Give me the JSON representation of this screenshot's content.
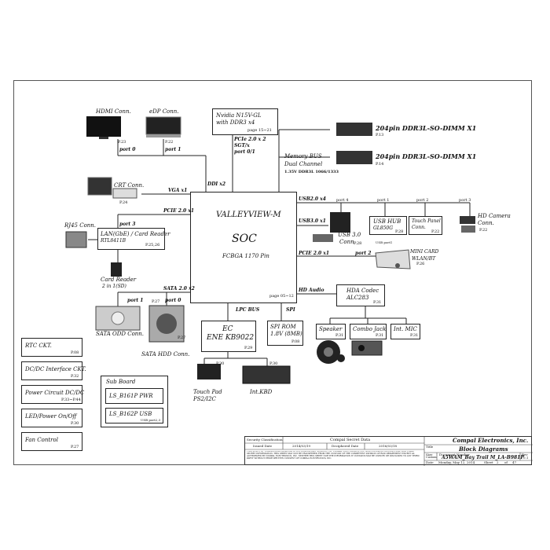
{
  "soc": {
    "name": "VALLEYVIEW-M",
    "type": "SOC",
    "package": "FCBGA 1170 Pin",
    "page": "page 05~12"
  },
  "gpu": {
    "name": "Nvidia N15V-GL",
    "mem": "with DDR3 x4",
    "page": "page 15~21"
  },
  "memory_bus": {
    "label": "Memory BUS",
    "channel": "Dual Channel",
    "spec": "1.35V DDR3L 1066/1333"
  },
  "dimm1": {
    "label": "204pin DDR3L-SO-DIMM X1",
    "page": "P.13"
  },
  "dimm2": {
    "label": "204pin DDR3L-SO-DIMM X1",
    "page": "P.14"
  },
  "hdmi": {
    "label": "HDMI Conn.",
    "page": "P.23",
    "port": "port 0"
  },
  "edp": {
    "label": "eDP Conn.",
    "page": "P.22",
    "port": "port 1"
  },
  "ddi": "DDI x2",
  "pcie_gpu": {
    "l1": "PCIe 2.0 x 2",
    "l2": "SGT/x",
    "l3": "port 0/1"
  },
  "crt": {
    "label": "CRT Conn.",
    "page": "P.24",
    "bus": "VGA x1"
  },
  "rj45": {
    "label": "RJ45 Conn."
  },
  "lan": {
    "l1": "LAN(GbE) / Card Reader",
    "l2": "RTL8411B",
    "page": "P.25,26",
    "port": "port 3",
    "bus": "PCIE 2.0 x1"
  },
  "cardreader": {
    "l1": "Card Reader",
    "l2": "2 in 1(SD)"
  },
  "sata": {
    "bus": "SATA 2.0 x2",
    "odd_port": "port 1",
    "hdd_port": "port 0",
    "odd_page": "P.27",
    "hdd_page": "P.27",
    "odd_label": "SATA ODD Conn.",
    "hdd_label": "SATA HDD Conn."
  },
  "usb2": {
    "bus": "USB2.0 x4",
    "port4": "port 4",
    "port1": "port 1",
    "port2": "port 2",
    "port3": "port 3"
  },
  "usb3": {
    "bus": "USB3.0 x1",
    "label1": "USB 3.0",
    "label2": "Conn",
    "page": "P.28",
    "small": "USB port1"
  },
  "usbhub": {
    "l1": "USB HUB",
    "l2": "GL850G",
    "page": "P.28"
  },
  "touchpanel": {
    "l1": "Touch Panel",
    "l2": "Conn.",
    "page": "P.22"
  },
  "camera": {
    "l1": "HD Camera",
    "l2": "Conn.",
    "page": "P.22"
  },
  "minicard": {
    "bus": "PCIE 2.0 x1",
    "port": "port 2",
    "l1": "MINI CARD",
    "l2": "WLAN/BT",
    "page": "P.26"
  },
  "hda": {
    "bus": "HD Audio",
    "l1": "HDA Codec",
    "l2": "ALC283",
    "page": "P.31"
  },
  "speaker": {
    "label": "Speaker",
    "page": "P.31"
  },
  "combojack": {
    "label": "Combo Jack",
    "page": "P.31"
  },
  "intmic": {
    "label": "Int. MIC",
    "page": "P.31"
  },
  "lpc": "LPC BUS",
  "spi_bus": "SPI",
  "ec": {
    "l1": "EC",
    "l2": "ENE KB9022",
    "page": "P.29"
  },
  "spirom": {
    "l1": "SPI ROM",
    "l2": "1.8V (8MB)",
    "page": "P.08"
  },
  "touchpad": {
    "l1": "Touch Pad",
    "l2": "PS2/I2C",
    "page": "P.30"
  },
  "kbd": {
    "label": "Int.KBD",
    "page": "P.30"
  },
  "left": [
    {
      "label": "RTC CKT.",
      "page": "P.08"
    },
    {
      "label": "DC/DC Interface CKT.",
      "page": "P.32"
    },
    {
      "label": "Power Circuit DC/DC",
      "page": "P.33~P.44"
    },
    {
      "label": "LED/Power On/Off",
      "page": "P.30"
    },
    {
      "label": "Fan Control",
      "page": "P.27"
    }
  ],
  "subboard": {
    "title": "Sub Board",
    "b1": "LS_B161P PWR",
    "b2": "LS_B162P USB",
    "b2small": "USB port2,3"
  },
  "titleblock": {
    "sec_class": "Security Classification",
    "secret": "Compal Secret Data",
    "issued_label": "Issued Date",
    "issued": "2014/03/19",
    "deciph_label": "Deciphered Date",
    "deciph": "2016/03/18",
    "company": "Compal Electronics, Inc.",
    "title_label": "Title",
    "title": "Block Diagrams",
    "size_label": "Size",
    "doc_label": "Document Number",
    "doc": "A5WAM_Bay Trail M_LA-B981P",
    "rev_label": "Rev",
    "rev": "0.1",
    "custom": "Custom",
    "date_label": "Date",
    "date": "Monday, May 12, 2014",
    "sheet_label": "Sheet",
    "sheet": "2",
    "of_label": "of",
    "of": "47",
    "notice": "THIS SHEET OF ENGINEERING DRAWING IS THE PROPRIETARY PROPERTY OF COMPAL ELECTRONICS, INC. AND CONTAINS CONFIDENTIAL AND TRADE SECRET INFORMATION. THIS SHEET MAY NOT BE TRANSFERED FROM THE CUSTODY OF THE COMPETENT DIVISION OF R&D DEPARTMENT EXCEPT AS AUTHORIZED BY COMPAL ELECTRONICS, INC. NEITHER THIS SHEET NOR THE INFORMATION IT CONTAINS MAY BE USED BY OR DISCLOSED TO ANY THIRD PARTY WITHOUT PRIOR WRITTEN CONSENT OF COMPAL ELECTRONICS, INC."
  }
}
